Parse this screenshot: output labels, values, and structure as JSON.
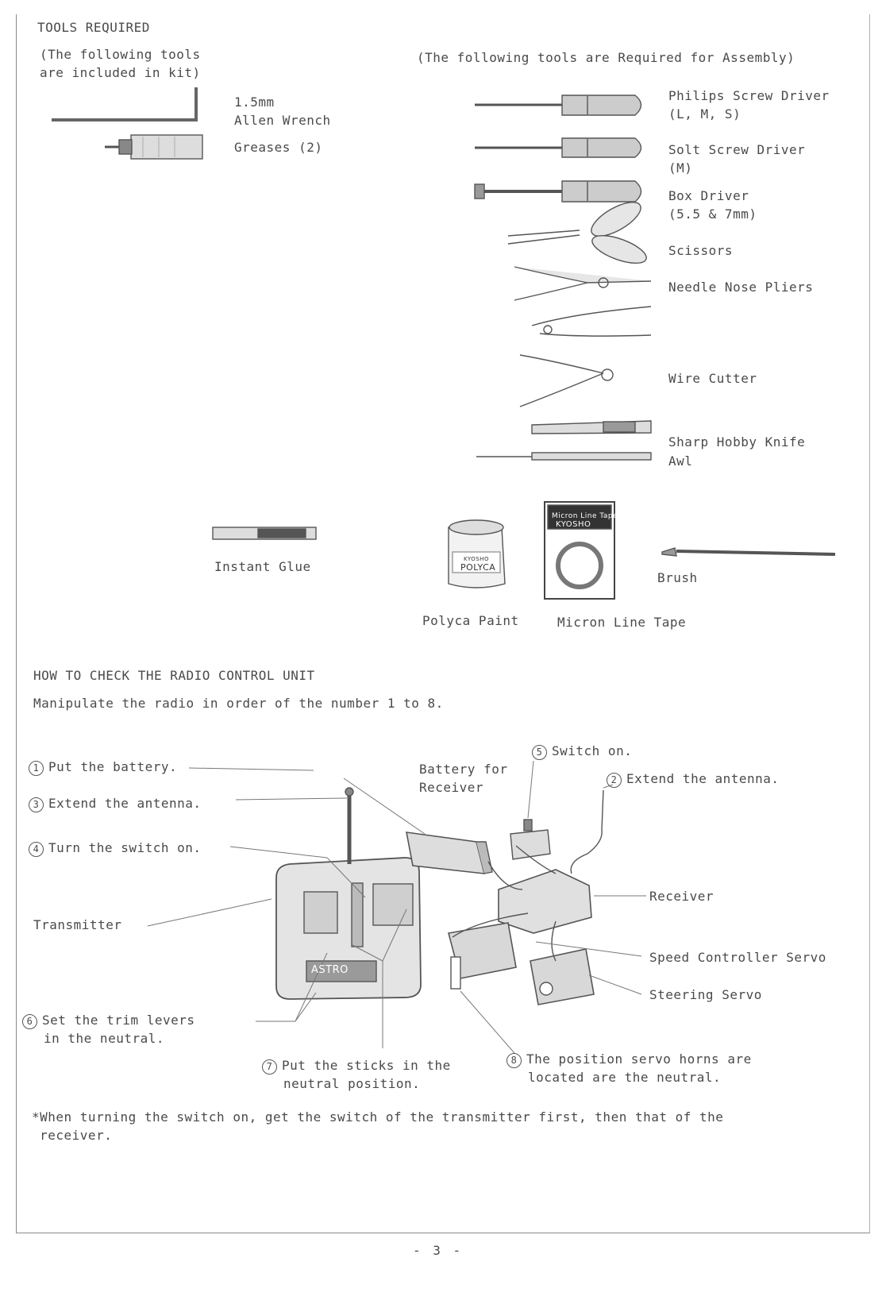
{
  "tools": {
    "heading": "TOOLS REQUIRED",
    "included_note": [
      "(The following tools",
      "are included in kit)"
    ],
    "required_note": "(The following tools are Required for Assembly)",
    "included_items": {
      "allen_size": "1.5mm",
      "allen_name": "Allen Wrench",
      "greases": "Greases (2)"
    },
    "required_items": {
      "philips_1": "Philips Screw Driver",
      "philips_2": "(L, M, S)",
      "solt_1": "Solt Screw Driver",
      "solt_2": "(M)",
      "box_1": "Box Driver",
      "box_2": "(5.5 & 7mm)",
      "scissors": "Scissors",
      "pliers": "Needle Nose Pliers",
      "cutter": "Wire Cutter",
      "knife": "Sharp Hobby Knife",
      "awl": "Awl"
    },
    "other_items": {
      "glue": "Instant Glue",
      "paint": "Polyca Paint",
      "tape": "Micron Line Tape",
      "brush": "Brush"
    },
    "product_labels": {
      "tape_top": "Micron Line Tape",
      "tape_brand": "KYOSHO",
      "paint_brand": "KYOSHO",
      "paint_name": "POLYCA",
      "transmitter_brand": "ASTRO"
    }
  },
  "radio": {
    "heading": "HOW TO CHECK THE RADIO CONTROL UNIT",
    "intro": "Manipulate the radio in order of the number 1 to 8.",
    "steps": {
      "s1": "Put the battery.",
      "s2": "Extend the antenna.",
      "s3": "Extend the antenna.",
      "s4": "Turn the switch on.",
      "s5": "Switch on.",
      "s6a": "Set the trim levers",
      "s6b": "in the neutral.",
      "s7a": "Put the sticks in the",
      "s7b": "neutral position.",
      "s8a": "The position servo horns are",
      "s8b": "located are the neutral."
    },
    "step_numbers": {
      "n1": "1",
      "n2": "2",
      "n3": "3",
      "n4": "4",
      "n5": "5",
      "n6": "6",
      "n7": "7",
      "n8": "8"
    },
    "components": {
      "battery_a": "Battery for",
      "battery_b": "Receiver",
      "receiver": "Receiver",
      "transmitter": "Transmitter",
      "speed_servo": "Speed Controller Servo",
      "steering_servo": "Steering Servo"
    },
    "note_line1": "*When turning the switch on, get the switch of the transmitter first, then that of the",
    "note_line2": " receiver."
  },
  "footer": {
    "page": "- 3 -"
  }
}
